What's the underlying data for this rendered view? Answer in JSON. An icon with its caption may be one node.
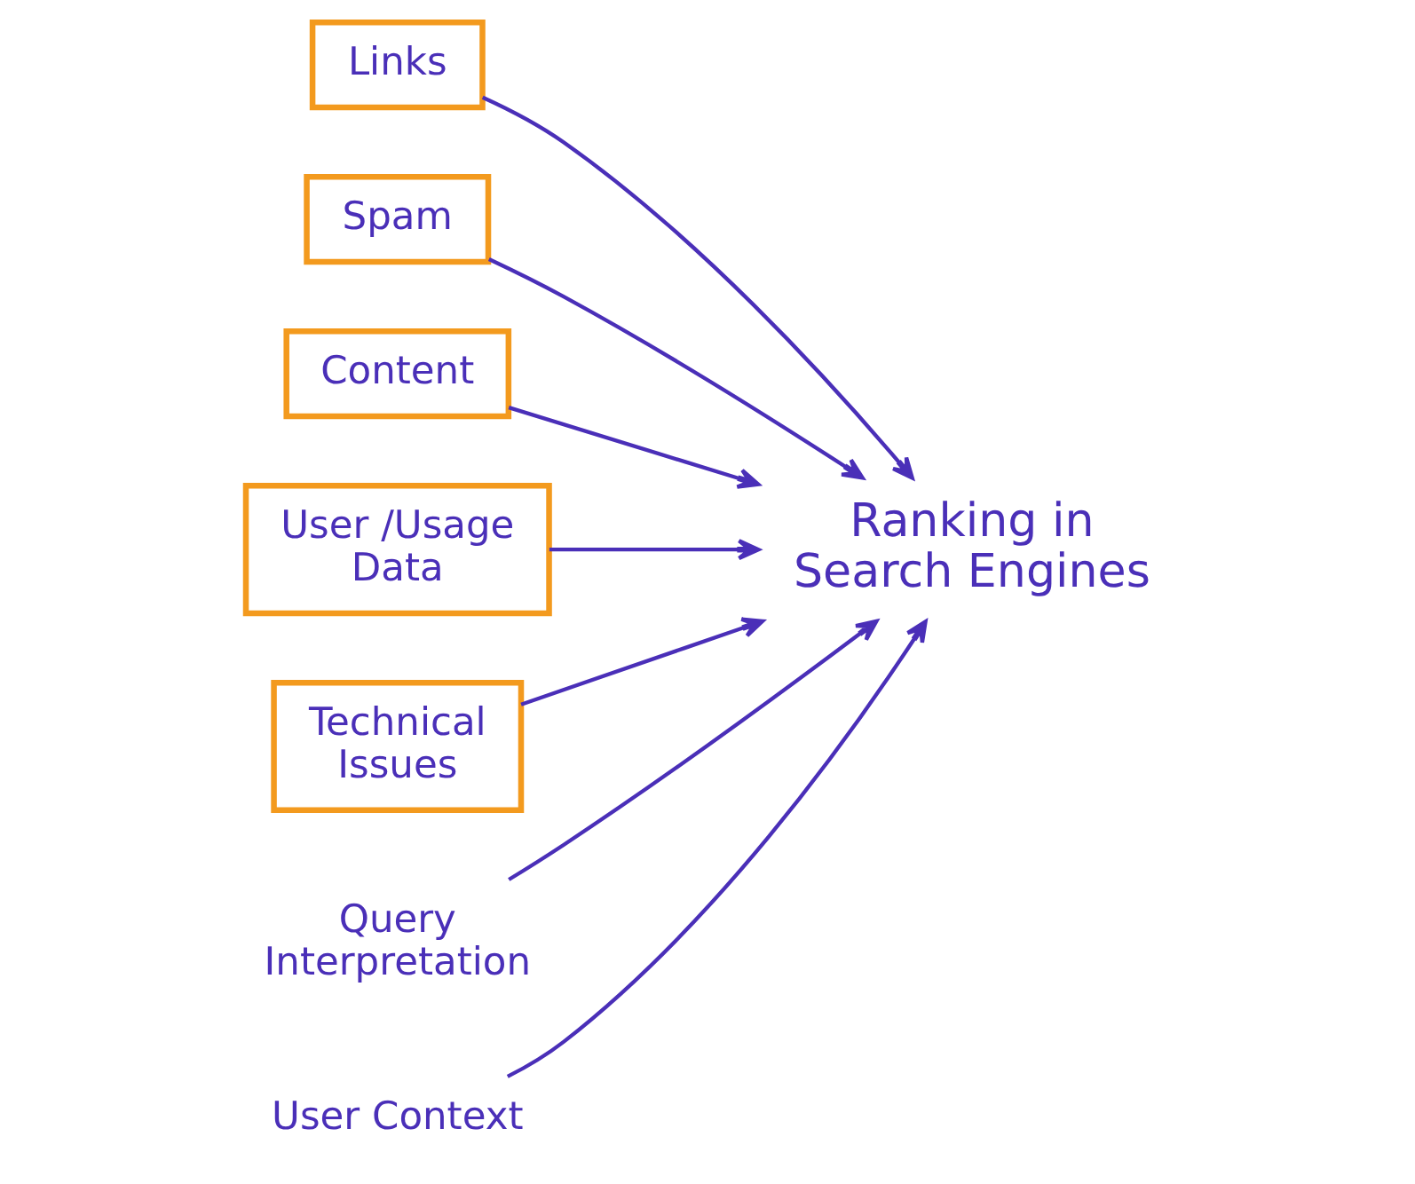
{
  "diagram": {
    "nodes": [
      {
        "text": [
          "Links"
        ]
      },
      {
        "text": [
          "Spam"
        ]
      },
      {
        "text": [
          "Content"
        ]
      },
      {
        "text": [
          "User /Usage Data"
        ]
      },
      {
        "text": [
          "Technical Issues"
        ]
      },
      {
        "text": [
          "Ranking in Search Engines"
        ]
      },
      {
        "text": [
          "Query Interpretation"
        ]
      },
      {
        "text": [
          "User Context"
        ]
      }
    ],
    "edges": [
      {
        "from": 0,
        "to": 5,
        "arrow": "to"
      },
      {
        "from": 1,
        "to": 5,
        "arrow": "to"
      },
      {
        "from": 2,
        "to": 5,
        "arrow": "to"
      },
      {
        "from": 3,
        "to": 5,
        "arrow": "to"
      },
      {
        "from": 4,
        "to": 5,
        "arrow": "to"
      },
      {
        "from": 6,
        "to": 5,
        "arrow": "to"
      },
      {
        "from": 7,
        "to": 5,
        "arrow": "to"
      }
    ]
  }
}
